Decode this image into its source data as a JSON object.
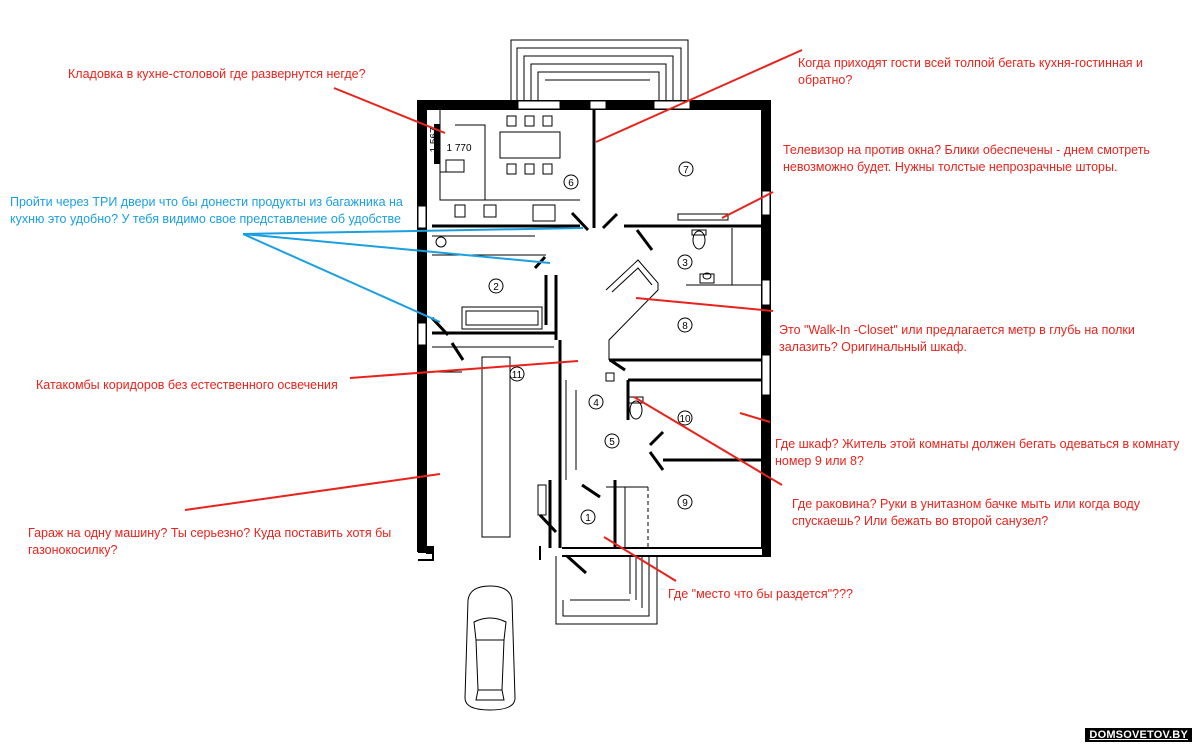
{
  "plan": {
    "rooms": [
      {
        "num": "1"
      },
      {
        "num": "2"
      },
      {
        "num": "3"
      },
      {
        "num": "4"
      },
      {
        "num": "5"
      },
      {
        "num": "6"
      },
      {
        "num": "7"
      },
      {
        "num": "8"
      },
      {
        "num": "9"
      },
      {
        "num": "10"
      },
      {
        "num": "11"
      }
    ],
    "dims": [
      "1 567",
      "1 770"
    ]
  },
  "annotations": {
    "pantry": "Кладовка в кухне-столовой где развернутся негде?",
    "guests": "Когда приходят гости всей толпой бегать кухня-гостинная и обратно?",
    "tv": "Телевизор на против окна? Блики обеспечены - днем смотреть невозможно будет. Нужны толстые непрозрачные шторы.",
    "three_doors": "Пройти через ТРИ двери что бы донести продукты из багажника на кухню это удобно? У тебя видимо свое представление об удобстве",
    "walk_in": "Это \"Walk-In -Closet\" или предлагается метр в глубь на полки залазить? Оригинальный шкаф.",
    "catacombs": "Катакомбы коридоров без естественного освечения",
    "wardrobe": "Где шкаф? Житель этой комнаты должен бегать одеваться в комнату номер 9 или 8?",
    "sink": "Где раковина? Руки в унитазном бачке мыть или когда воду спускаешь? Или бежать во второй санузел?",
    "garage": "Гараж на одну машину? Ты серьезно? Куда поставить хотя бы газонокосилку?",
    "undress": "Где \"место что бы раздется\"???"
  },
  "watermark": "DOMSOVETOV.BY",
  "colors": {
    "red": "#e8231c",
    "blue": "#1a9fe0",
    "wall": "#000000"
  }
}
